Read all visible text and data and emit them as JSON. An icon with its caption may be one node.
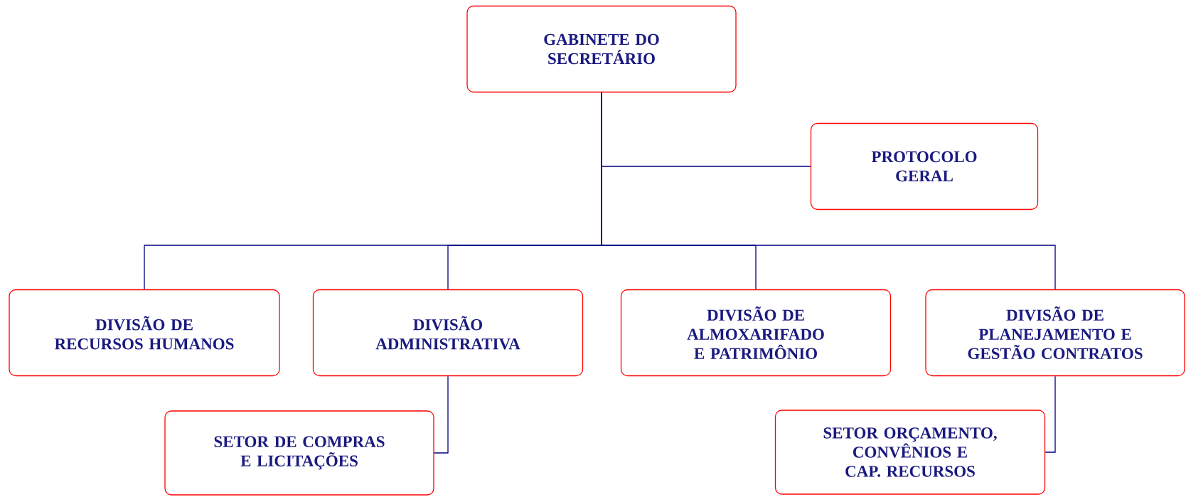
{
  "diagram": {
    "nodes": [
      {
        "text": [
          "GABINETE DO SECRETÁRIO"
        ]
      },
      {
        "text": [
          "PROTOCOLO GERAL"
        ]
      },
      {
        "text": [
          "DIVISÃO DE RECURSOS HUMANOS"
        ]
      },
      {
        "text": [
          "DIVISÃO ADMINISTRATIVA"
        ]
      },
      {
        "text": [
          "DIVISÃO DE ALMOXARIFADO E PATRIMÔNIO"
        ]
      },
      {
        "text": [
          "DIVISÃO DE PLANEJAMENTO E GESTÃO CONTRATOS"
        ]
      },
      {
        "text": [
          "SETOR DE COMPRAS E LICITAÇÕES"
        ]
      },
      {
        "text": [
          "SETOR ORÇAMENTO, CONVÊNIOS E CAP. RECURSOS"
        ]
      }
    ],
    "edges": [
      {
        "from": 0,
        "to": 1,
        "arrow": "none"
      },
      {
        "from": 0,
        "to": 2,
        "arrow": "none"
      },
      {
        "from": 0,
        "to": 3,
        "arrow": "none"
      },
      {
        "from": 0,
        "to": 4,
        "arrow": "none"
      },
      {
        "from": 0,
        "to": 5,
        "arrow": "none"
      },
      {
        "from": 3,
        "to": 6,
        "arrow": "none"
      },
      {
        "from": 5,
        "to": 7,
        "arrow": "none"
      }
    ]
  }
}
